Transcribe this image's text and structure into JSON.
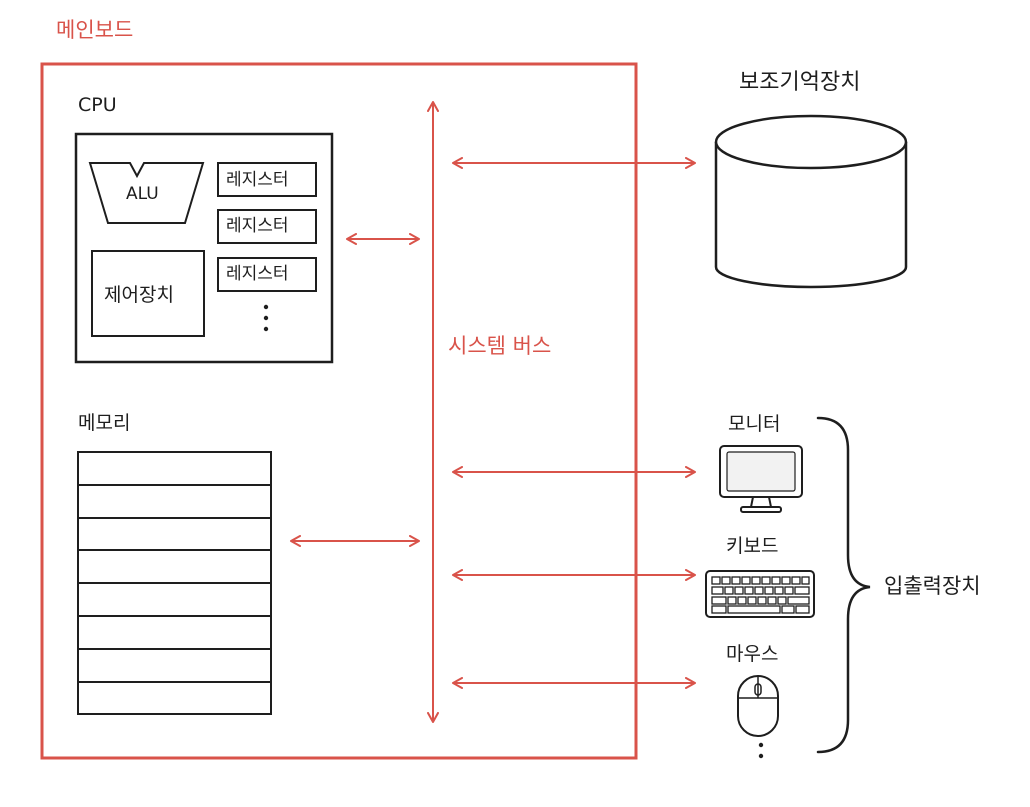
{
  "mainboard": {
    "title": "메인보드"
  },
  "cpu": {
    "title": "CPU",
    "alu": "ALU",
    "control_unit": "제어장치",
    "registers": [
      "레지스터",
      "레지스터",
      "레지스터"
    ]
  },
  "memory": {
    "title": "메모리"
  },
  "bus": {
    "label": "시스템 버스"
  },
  "storage": {
    "label": "보조기억장치"
  },
  "io": {
    "label": "입출력장치",
    "monitor": "모니터",
    "keyboard": "키보드",
    "mouse": "마우스"
  },
  "colors": {
    "accent": "#d9534a",
    "ink": "#1e1e1e"
  }
}
